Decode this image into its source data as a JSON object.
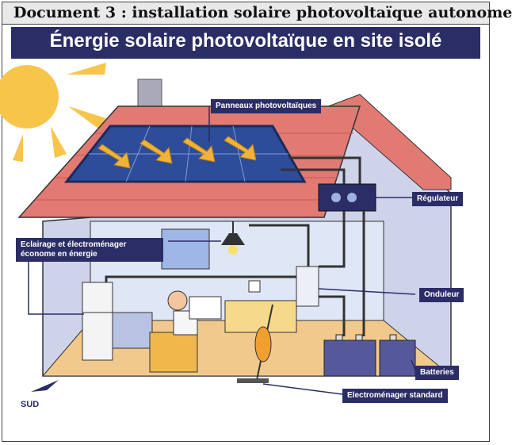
{
  "document": {
    "title": "Document 3 : installation solaire photovoltaïque autonome"
  },
  "diagram": {
    "title": "Énergie solaire photovoltaïque en site isolé",
    "labels": {
      "panels": "Panneaux photovoltaïques",
      "regulator": "Régulateur",
      "lighting": "Eclairage et électroménager économe en énergie",
      "inverter": "Onduleur",
      "batteries": "Batteries",
      "appliance": "Electroménager standard"
    },
    "compass": "SUD"
  },
  "colors": {
    "label_bg": "#2b2d66",
    "sky": "#ffffff",
    "roof": "#e27a74",
    "wall": "#cfd3ea",
    "floor": "#f2c98c",
    "panel": "#2d4d9a",
    "sun": "#f7c54a",
    "cable": "#333333"
  }
}
